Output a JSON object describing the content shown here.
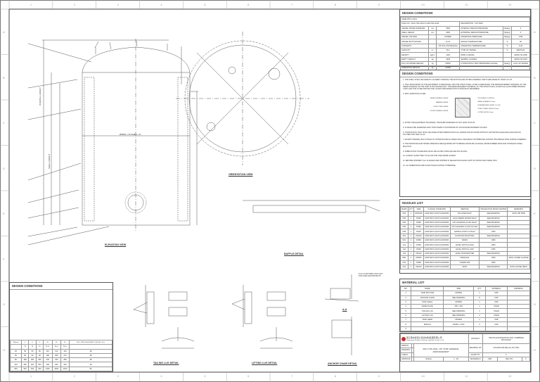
{
  "grid": {
    "cols": [
      "1",
      "2",
      "3",
      "4",
      "5",
      "6",
      "7",
      "8",
      "9",
      "10",
      "11",
      "12"
    ],
    "rows": [
      "A",
      "B",
      "C",
      "D",
      "E",
      "F",
      "G",
      "H"
    ]
  },
  "design_conditions": {
    "title": "DESIGN CONDITIONS",
    "asme": "ASME RTP-1:2021",
    "tank_no": "TANK NO.: 2101-TNK-2201 & 2102-TNK-2201",
    "description": "DESCRIPTION : CIP TANK",
    "rows": [
      [
        "VESSEL INSIDE DIAMETER",
        "mm",
        "3500",
        "INTERNAL DESIGN PRESSURE",
        "Mpa(g)",
        "0"
      ],
      [
        "SHELL HEIGHT",
        "mm",
        "3000",
        "EXTERNAL DESIGN PRESSURE",
        "Mpa(g)",
        "0"
      ],
      [
        "VESSEL TOP END",
        "",
        "DOMED",
        "OPERATING PRESSURE",
        "Mpa(g)",
        "ATM"
      ],
      [
        "VESSEL BOTTOM END",
        "",
        "FLAT",
        "DESIGN TEMPERATURE",
        "°C",
        "60"
      ],
      [
        "CONTENTS",
        "",
        "CIP SOLUTION(NaOH)",
        "OPERATING TEMPERATURE",
        "°C",
        "5-25"
      ],
      [
        "CAPACITY",
        "m³",
        "45.1",
        "TYPE OF VESSEL",
        "°C",
        "VERTICAL"
      ],
      [
        "DENSITY",
        "kg/m³",
        "1100",
        "WIND LOADING",
        "",
        "GB/DC 50-2009"
      ],
      [
        "EMPTY WEIGHT",
        "kg",
        "2928",
        "SEISMIC LOADING",
        "",
        "GB/DC 50-2018"
      ],
      [
        "FULL OF WATER WEIGHT",
        "kg",
        "50046",
        "HYDROSTATIC TEST PRESSURE (GAUGE)",
        "Mpa(g)",
        "FULL OF WATER"
      ],
      [
        "OPERATING WEIGHT",
        "kg",
        "53458",
        "",
        "",
        ""
      ]
    ]
  },
  "notes": {
    "title": "DESIGN CONDITIONS",
    "items": [
      "1.  THE SHELL SHALL BE MADE BY FILAMENT WINDING,THE BOTTOM AND OTHER ASSEMBLY PARTS ARE MADE BY HAND LAY-UP.",
      "2.  THE LINING RESIN OF THE EQUIPMENT IS DERAKANE, AND THE STRUCTURAL LAYER IS DERAKANE. THE REINFORCEMENT MATERIAL OF THE INNER SURFACE OF THE TANK IS POLYESTER FELT. THE REINFORCEMENT MATERIAL OF THE STRUCTURAL LAYER IS E-GLASS FIBER WINDING YARN, AND THE OUTER PROTECTIVE LAYER IS BRUSHED WITH ULTRAVIOLET ABSORBER.",
      "3.  FRP LAMINATION LAYER:",
      "4.  AFTER THE EQUIPMENT SOLIDIFIES, THE BARR HARDNESS IS NOT LESS THAN 35.",
      "5.  FLANGE PIPE DIAMETER LESS THAN DN450 IS SUPPORTED BY FOUR REINFORCEMENT PLATES.",
      "6.  HYDROSTATIC TEST SHALL BE DONE AFTER FABRICATION FULL WATER FOR 48 HOURS WITHOUT DISTORTION,LEAKAGE,FOAM AND SO ON,THEN THE TANK IS OK.",
      "7.  EXCEPT MARKED, BOLT HOLES OF OTHER ROUND FLANGES SHALL BE EVENLY DISTRIBUTED ACROSS THE MIDDLE SPAN DURING ASSEMBLY.",
      "8.  THE MANHOLES AND SPARE OPENINGS ARE EQUIPPED WITH FIBERGLASS BLIND FLANGES, EPDM RUBBER PADS AND STAINLESS STEEL BOLT/NUT.",
      "9.  FABRICATION TOLERANCE SHALL BE AS PER CTB02-000-ME-STD-00-0001.",
      "10.  GASKET QUANTITIES TO ALLOW FOR ONE SPARE GASKET.",
      "11.  BEFORE SHIPMENT, ALL FLANGES ARE SHIPPED IN SEALED PACKAGING WITH PLYWOOD AND CABLE TIES.",
      "12.  ALL DIMENSIONS ARE IN MM UNLESS NOTED OTHERWISE."
    ],
    "layers_left": [
      "INNER SURFACE LAYER",
      "BARRIER LAYER",
      "STRUCTURE LAYER",
      "OUTER SURFACE LAYER"
    ],
    "layers_right": [
      "THICKNESS CONTENT:",
      "INNER SURFACE   2.5mm",
      "INTERMEDIATE LAYER   7%-13%",
      "STRUCTURAL LAYER   ≥12mm",
      "OUTER LAYER  0.5mm"
    ]
  },
  "nozzles": {
    "title": "NOZZLES LIST",
    "headers": [
      "MARK",
      "QTY",
      "SIZE",
      "FLANGE STANDARD",
      "SERVICE",
      "PROJECTION FROM CENTER",
      "REMARKS"
    ],
    "rows": [
      [
        "N01",
        "1",
        "DN50/25",
        "ANSI B16.5-2017/CL#150/RF",
        "NO HOSE INLET",
        "SEE DRAWING",
        "WITH DIP PIPE"
      ],
      [
        "N02",
        "1",
        "DN50",
        "ANSI B16.5-2017/CL#150/RF",
        "COLD DEMIN WATER INLET",
        "SEE DRAWING",
        ""
      ],
      [
        "N03",
        "1",
        "DN80",
        "ANSI B16.5-2017/CL#150/RF",
        "CIP CLEANING FLUID INLET",
        "SEE DRAWING",
        ""
      ],
      [
        "N04",
        "1",
        "DN80",
        "ANSI B16.5-2017/CL#150/RF",
        "CIP CLEANING FLUID OUTLET",
        "SEE DRAWING",
        ""
      ],
      [
        "N05",
        "1",
        "DN25",
        "ANSI B16.5-2017/CL#150/RF",
        "SAMPLE POINT OUTLET",
        "1950",
        ""
      ],
      [
        "A01",
        "1",
        "DN100",
        "ANSI B16.5-2017/CL#150/RF",
        "AGITATOR MOUNTING",
        "SEE DRAWING",
        ""
      ],
      [
        "D01",
        "1",
        "DN80",
        "ANSI B16.5-2017/CL#150/RF",
        "DRAIN",
        "1950",
        ""
      ],
      [
        "L01",
        "1",
        "DN50",
        "ANSI B16.5-2017/CL#150/RF",
        "LEVEL SWITCH HIGH",
        "1950",
        ""
      ],
      [
        "L02",
        "1",
        "DN50",
        "ANSI B16.5-2017/CL#150/RF",
        "LEVEL SWITCH LOW",
        "1950",
        ""
      ],
      [
        "L03",
        "1",
        "DN100",
        "ANSI B16.5-2017/CL#150/RF",
        "LEVEL TRANSMITTER",
        "SEE DRAWING",
        ""
      ],
      [
        "M01",
        "1",
        "DN600",
        "ANSI B16.5-2017/CL#150/RF",
        "MANHOLE",
        "1950",
        "WITH COVER & HINGE"
      ],
      [
        "O01",
        "1",
        "DN80",
        "ANSI B16.5-2017/CL#150/RF",
        "OVERFLOW",
        "1950",
        ""
      ],
      [
        "V01",
        "1",
        "DN100",
        "ANSI B16.5-2017/CL#150/RF",
        "VENT",
        "SEE DRAWING",
        "WITH GOOSE NECK"
      ]
    ]
  },
  "materials": {
    "title": "MATERIAL LIST",
    "headers": [
      "NO.",
      "NAME",
      "SIZE",
      "QTY",
      "MATERIAL",
      "MATERIAL"
    ],
    "rows": [
      [
        "1",
        "TANK BOTTOM",
        "DN3500",
        "1",
        "FRP",
        ""
      ],
      [
        "2",
        "ANCHOR CHAIR",
        "SEE DRAWING",
        "8",
        "FRP",
        ""
      ],
      [
        "3",
        "TANK SHELL",
        "DN3500",
        "1",
        "FRP",
        ""
      ],
      [
        "4",
        "NAME PLATE",
        "250 x 150",
        "1",
        "SS304",
        ""
      ],
      [
        "5",
        "TAILING LUG",
        "SEE DRAWING",
        "1",
        "SS304",
        ""
      ],
      [
        "6",
        "LIFTING LUG",
        "SEE DRAWING",
        "2",
        "SS304",
        ""
      ],
      [
        "7",
        "TANK HEAD",
        "DN3500",
        "1",
        "FRP",
        ""
      ],
      [
        "8",
        "BAFFLE",
        "R3050 x 4700",
        "3",
        "FRP",
        ""
      ],
      [
        "9",
        "",
        "",
        "",
        "",
        ""
      ]
    ]
  },
  "title_block": {
    "company": "连云港中复连众复合材料集团有限公司",
    "company_en": "Lianyungang Zhongfu Lianzhong Composites Group Co.,Ltd.",
    "design": "DESIGN",
    "drawing": "DRAWING",
    "check": "CHECK",
    "approve": "APPROVE",
    "drawing_title": "2101-TNK-2201- CIP TANK GENERAL ARRANGEMENT",
    "project_label": "PROJECT",
    "project": "XINCON EVAPORATION AND COMBINED PACKAGES",
    "drawing_no_label": "DRAWING NO",
    "drawing_no": "LNV2002-000-ME-GA-101-T001",
    "quantity_label": "QUANTITY",
    "quantity": "2",
    "scale_label": "SCALE",
    "scale": "1 : 30",
    "materials_label": "MATERIALS",
    "materials": "FRP",
    "rev_label": "REV NO.",
    "rev": "0",
    "logo_color": "#d7261e"
  },
  "views": {
    "elevation": "ELEVATION VIEW",
    "orientation": "ORIENTATION VIEW",
    "baffle": "BAFFLE DETAIL",
    "tailing": "TAILING LUG DETAIL",
    "lifting": "LIFTING LUG DETAIL",
    "anchor": "ANCHOR CHAIR DETAIL",
    "section": "A-A",
    "elev_dims": [
      "OVERALL HEIGHT",
      "SHELL HEIGHT",
      "Ø3500 x 16 SHELL I.D"
    ],
    "anchor_note": "8-24 mm×80 SHIM LONG SLOT FOR 8-M20 ANCHOR BOLTS"
  },
  "load_table": {
    "title": "DESIGN CONDITIONS",
    "headers": [
      "DN(mm)",
      "F",
      "V₁",
      "V₂",
      "Mₜ",
      "M₁",
      "M₂",
      "BOLT PRETIGHTENING TORQUE / N·m"
    ],
    "units": [
      "",
      "N",
      "N",
      "N",
      "N·m",
      "N·m",
      "N·m",
      ""
    ],
    "rows": [
      [
        "25",
        "50",
        "50",
        "50",
        "110",
        "110",
        "120",
        "48"
      ],
      [
        "50",
        "90",
        "90",
        "90",
        "180",
        "180",
        "270",
        "48"
      ],
      [
        "80",
        "180",
        "180",
        "180",
        "230",
        "230",
        "280",
        "48"
      ],
      [
        "100",
        "250",
        "250",
        "250",
        "290",
        "290",
        "320",
        "48"
      ],
      [
        "600",
        "540",
        "540",
        "540",
        "1000",
        "1000",
        "1150",
        "80"
      ]
    ]
  }
}
